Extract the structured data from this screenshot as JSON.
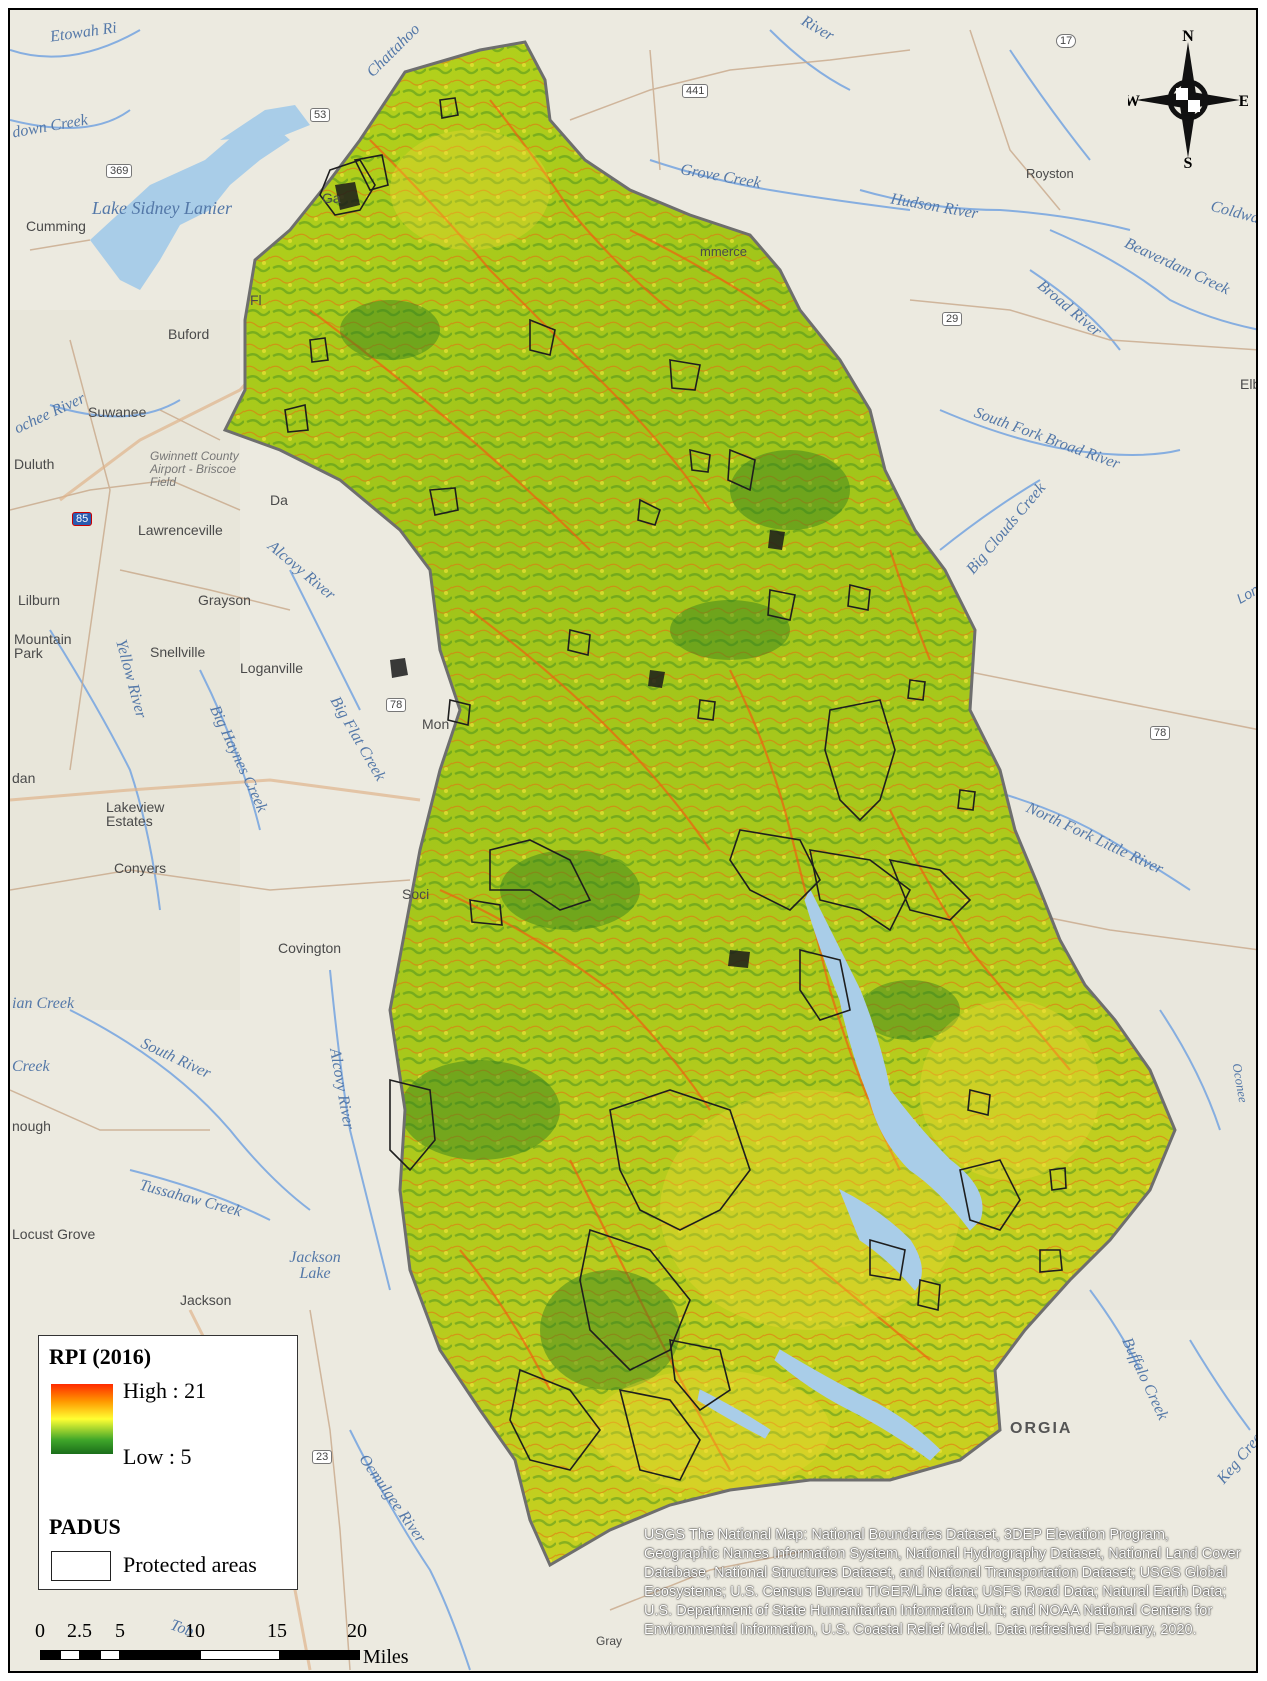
{
  "legend": {
    "title": "RPI (2016)",
    "high_label": "High : 21",
    "low_label": "Low : 5",
    "high_color": "#ff2a00",
    "low_color": "#1a6e1a",
    "padus_title": "PADUS",
    "protected_label": "Protected areas"
  },
  "scale_bar": {
    "ticks": [
      "0",
      "2.5",
      "5",
      "10",
      "15",
      "20"
    ],
    "unit": "Miles"
  },
  "compass": {
    "n": "N",
    "s": "S",
    "e": "E",
    "w": "W"
  },
  "places": {
    "etowah": "Etowah Ri",
    "chattahoochee": "Chattahoo",
    "river_top": "River",
    "down_creek": "down Creek",
    "lake_lanier": "Lake Sidney Lanier",
    "cumming": "Cumming",
    "buford": "Buford",
    "suwanee": "Suwanee",
    "ochee_river": "ochee River",
    "duluth": "Duluth",
    "gwinnett_airport": "Gwinnett County Airport - Briscoe Field",
    "lawrenceville": "Lawrenceville",
    "lilburn": "Lilburn",
    "grayson": "Grayson",
    "mountain_park": "Mountain Park",
    "snellville": "Snellville",
    "loganville": "Loganville",
    "yellow_river": "Yellow River",
    "big_haynes_creek": "Big Haynes Creek",
    "big_flat_creek": "Big Flat Creek",
    "alcovy_river_1": "Alcovy River",
    "alcovy_river_2": "Alcovy River",
    "lakeview_estates": "Lakeview Estates",
    "conyers": "Conyers",
    "dan": "dan",
    "covington": "Covington",
    "social": "Soci",
    "mon": "Mon",
    "ian_creek": "ian Creek",
    "creek": "Creek",
    "south_river": "South River",
    "nough": "nough",
    "tussahaw_creek": "Tussahaw Creek",
    "locust_grove": "Locust Grove",
    "jackson_lake": "Jackson Lake",
    "jackson": "Jackson",
    "ocmulgee": "Ocmulgee River",
    "tob": "Tob",
    "gray": "Gray",
    "georgia": "ORGIA",
    "buffalo_creek": "Buffalo Creek",
    "keg_creek": "Keg Cree",
    "oconee": "Oconee",
    "north_fork": "North Fork Little River",
    "big_clouds": "Big Clouds Creek",
    "south_fork": "South Fork Broad River",
    "broad_river": "Broad River",
    "beaverdam": "Beaverdam Creek",
    "hudson": "Hudson River",
    "grove_creek": "Grove Creek",
    "royston": "Royston",
    "coldwa": "Coldwa",
    "elb": "Elb",
    "lon": "Lon",
    "commerce": "mmerce",
    "ga": "Ga",
    "fl": "Fl",
    "da": "Da"
  },
  "shields": [
    "53",
    "369",
    "441",
    "17",
    "85",
    "29",
    "78",
    "78",
    "23"
  ],
  "attribution": "USGS The National Map: National Boundaries Dataset, 3DEP Elevation Program, Geographic Names Information System, National Hydrography Dataset, National Land Cover Database, National Structures Dataset, and National Transportation Dataset; USGS Global Ecosystems; U.S. Census Bureau TIGER/Line data; USFS Road Data; Natural Earth Data; U.S. Department of State Humanitarian Information Unit; and NOAA National Centers for Environmental Information, U.S. Coastal Relief Model. Data refreshed February, 2020."
}
